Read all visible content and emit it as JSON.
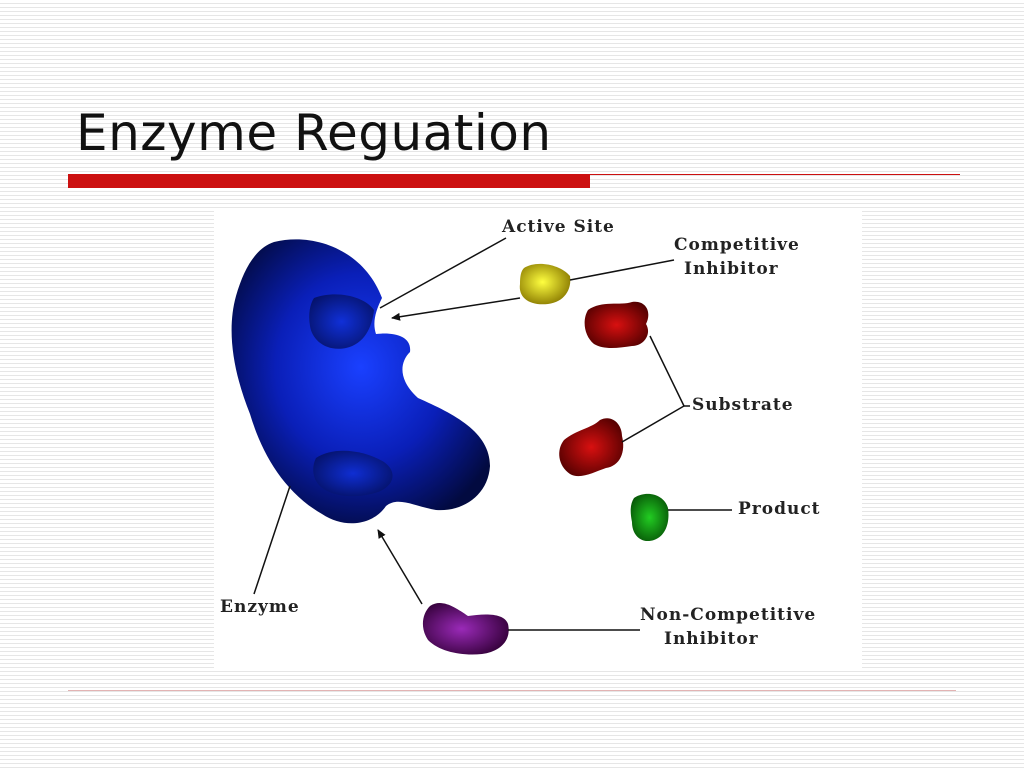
{
  "slide": {
    "title": "Enzyme Reguation"
  },
  "diagram": {
    "labels": {
      "active_site": "Active Site",
      "competitive_inhibitor_line1": "Competitive",
      "competitive_inhibitor_line2": "Inhibitor",
      "substrate": "Substrate",
      "product": "Product",
      "enzyme": "Enzyme",
      "non_competitive_inhibitor_line1": "Non-Competitive",
      "non_competitive_inhibitor_line2": "Inhibitor"
    },
    "colors": {
      "enzyme": "#0a1fb8",
      "competitive_inhibitor": "#d8c000",
      "substrate": "#b00000",
      "product": "#119911",
      "non_competitive_inhibitor": "#6a0a80",
      "title_rule": "#cc1111"
    }
  }
}
